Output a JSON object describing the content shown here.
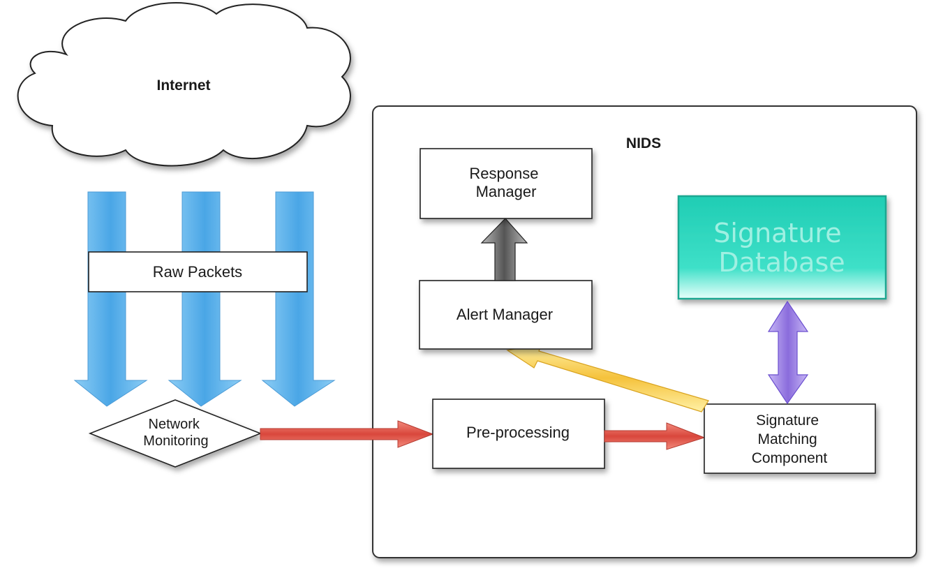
{
  "internet": "Internet",
  "nids": "NIDS",
  "raw_packets": "Raw Packets",
  "network_monitoring": [
    "Network",
    "Monitoring"
  ],
  "response_manager": [
    "Response",
    "Manager"
  ],
  "alert_manager": "Alert Manager",
  "preprocessing": "Pre-processing",
  "signature_matching": [
    "Signature",
    "Matching",
    "Component"
  ],
  "signature_database": [
    "Signature",
    "Database"
  ],
  "colors": {
    "packet_arrow": "#5aaee8",
    "flow_arrow": "#d9534f",
    "alert_arrow": "#f5c842",
    "response_arrow": "#6e6e6e",
    "database_arrow": "#9a7fe0",
    "database_fill": "#2fd6c0"
  }
}
